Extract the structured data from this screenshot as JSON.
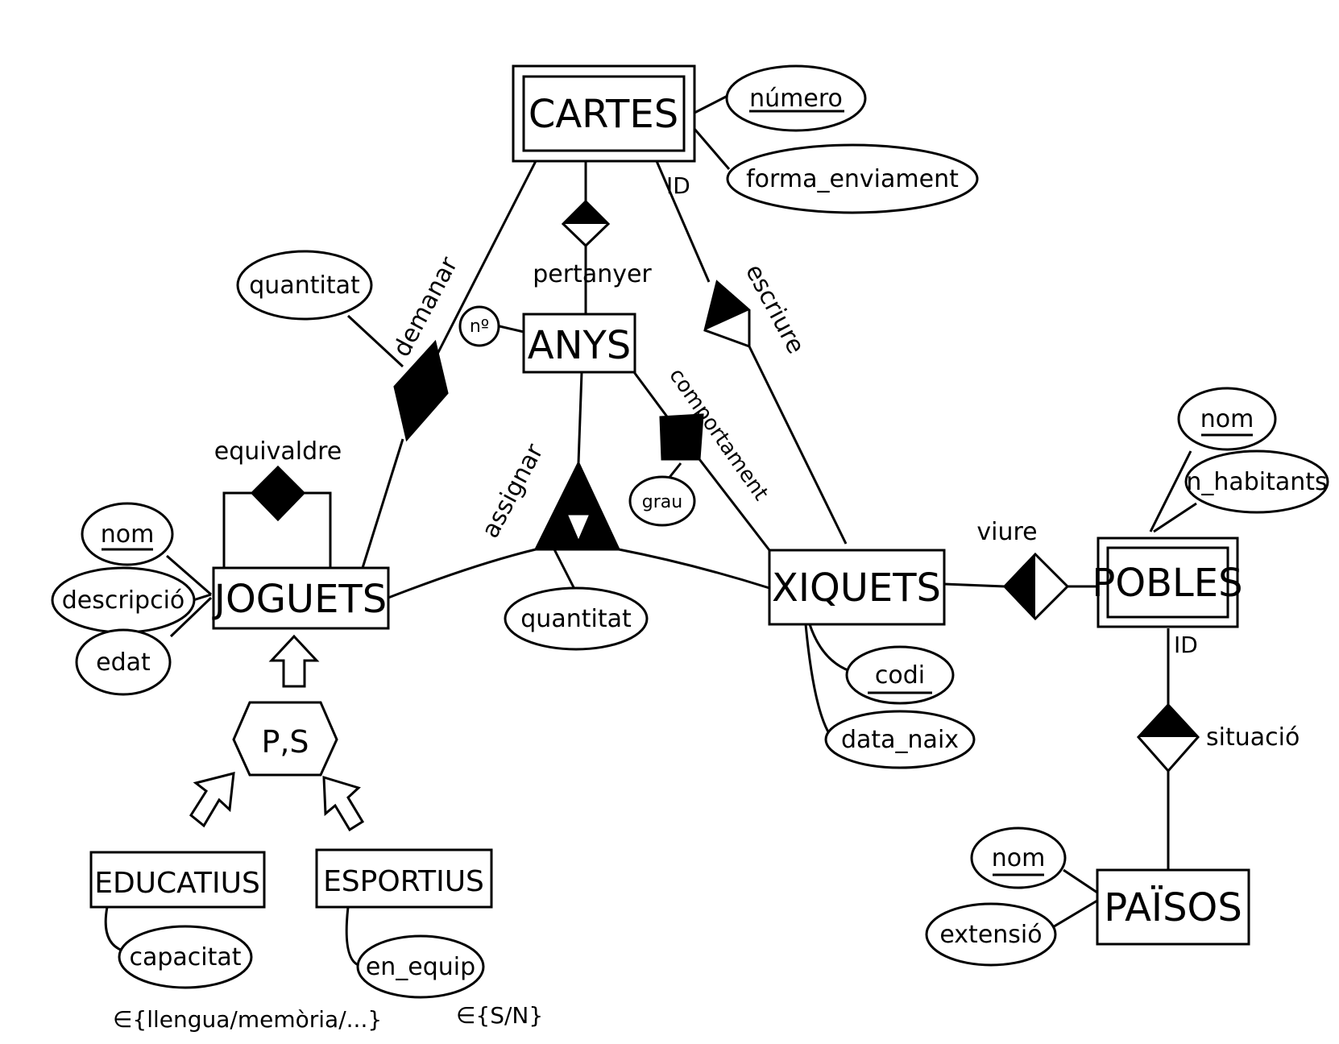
{
  "entities": {
    "cartes": "CARTES",
    "anys": "ANYS",
    "joguets": "JOGUETS",
    "xiquets": "XIQUETS",
    "pobles": "POBLES",
    "paisos": "PAÏSOS",
    "educatius": "EDUCATIUS",
    "esportius": "ESPORTIUS"
  },
  "attributes": {
    "cartes_numero": "número",
    "cartes_forma": "forma_enviament",
    "anys_num": "nº",
    "demanar_quantitat": "quantitat",
    "joguets_nom": "nom",
    "joguets_descripcio": "descripció",
    "joguets_edat": "edat",
    "assignar_quantitat": "quantitat",
    "comportament_grau": "grau",
    "xiquets_codi": "codi",
    "xiquets_data": "data_naix",
    "pobles_nom": "nom",
    "pobles_habitants": "n_habitants",
    "paisos_nom": "nom",
    "paisos_extensio": "extensió",
    "educatius_capacitat": "capacitat",
    "esportius_equip": "en_equip"
  },
  "relationships": {
    "pertanyer": "pertanyer",
    "demanar": "demanar",
    "escriure": "escriure",
    "comportament": "comportament",
    "equivaldre": "equivaldre",
    "assignar": "assignar",
    "viure": "viure",
    "situacio": "situació"
  },
  "labels": {
    "id_cartes": "ID",
    "id_pobles": "ID",
    "generalization": "P,S",
    "capacitat_domain": "∈{llengua/memòria/...}",
    "equip_domain": "∈{S/N}"
  }
}
